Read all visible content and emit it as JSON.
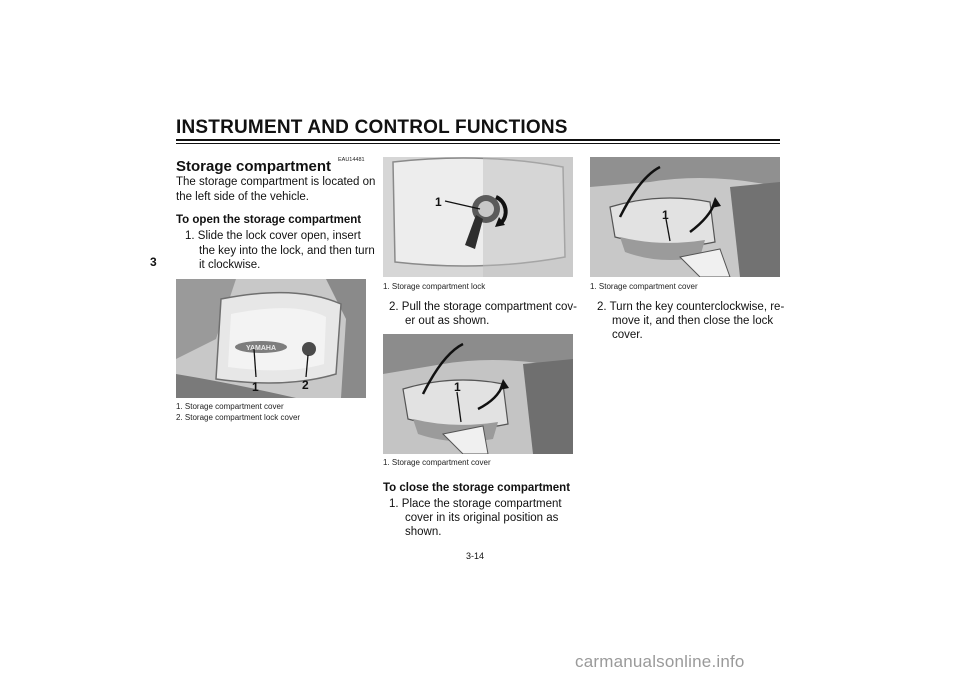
{
  "header": {
    "title": "INSTRUMENT AND CONTROL FUNCTIONS"
  },
  "chapter_number": "3",
  "section": {
    "code": "EAU14481",
    "heading": "Storage compartment",
    "intro_line1": "The storage compartment is located on",
    "intro_line2": "the left side of the vehicle."
  },
  "open": {
    "heading": "To open the storage compartment",
    "step1": [
      "1. Slide the lock cover open, insert",
      "the key into the lock, and then turn",
      "it clockwise."
    ],
    "step2": [
      "2. Pull the storage compartment cov-",
      "er out as shown."
    ]
  },
  "close": {
    "heading": "To close the storage compartment",
    "step1": [
      "1. Place the storage compartment",
      "cover in its original position as",
      "shown."
    ],
    "step2": [
      "2. Turn the key counterclockwise, re-",
      "move it, and then close the lock",
      "cover."
    ]
  },
  "figures": {
    "fig1": {
      "labels": [
        "1",
        "2"
      ],
      "captions": [
        "1.  Storage compartment cover",
        "2.  Storage compartment lock cover"
      ],
      "badge_text": "YAMAHA"
    },
    "fig2": {
      "labels": [
        "1"
      ],
      "caption": "1.  Storage compartment lock"
    },
    "fig3": {
      "labels": [
        "1"
      ],
      "caption": "1.  Storage compartment cover"
    },
    "fig4": {
      "labels": [
        "1"
      ],
      "caption": "1.  Storage compartment cover"
    }
  },
  "page_number": "3-14",
  "watermark": "carmanualsonline.info"
}
